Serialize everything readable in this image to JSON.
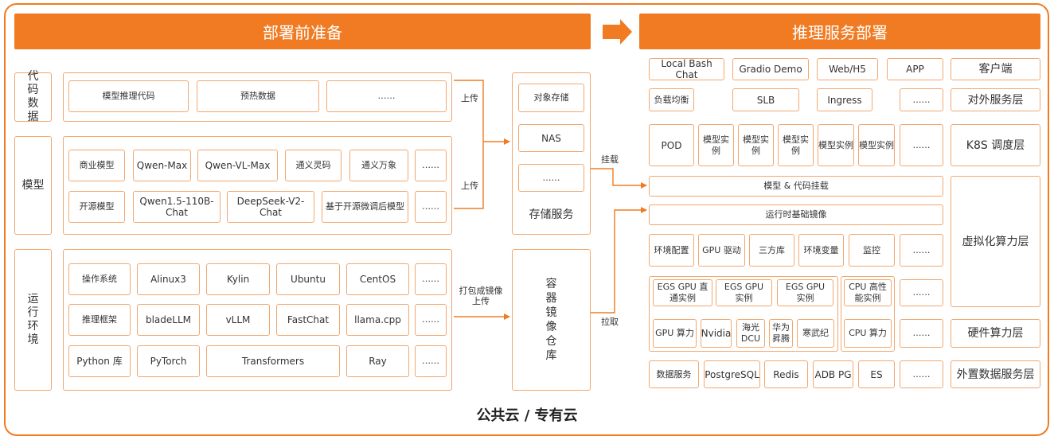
{
  "headers": {
    "left": "部署前准备",
    "right": "推理服务部署"
  },
  "footer": "公共云 / 专有云",
  "left": {
    "code": {
      "label": "代码数据",
      "items": [
        "模型推理代码",
        "预热数据",
        "……"
      ]
    },
    "model": {
      "label": "模型",
      "row1": [
        "商业模型",
        "Qwen-Max",
        "Qwen-VL-Max",
        "通义灵码",
        "通义万象",
        "……"
      ],
      "row2": [
        "开源模型",
        "Qwen1.5-110B-Chat",
        "DeepSeek-V2-Chat",
        "基于开源微调后模型",
        "……"
      ]
    },
    "runtime": {
      "label": "运行环境",
      "row1": [
        "操作系统",
        "Alinux3",
        "Kylin",
        "Ubuntu",
        "CentOS",
        "……"
      ],
      "row2": [
        "推理框架",
        "bladeLLM",
        "vLLM",
        "FastChat",
        "llama.cpp",
        "……"
      ],
      "row3": [
        "Python 库",
        "PyTorch",
        "Transformers",
        "Ray",
        "……"
      ]
    }
  },
  "edges": {
    "upload1": "上传",
    "upload2": "上传",
    "pack": "打包成镜像上传",
    "mount": "挂载",
    "pull": "拉取"
  },
  "storage": {
    "items": [
      "对象存储",
      "NAS",
      "……"
    ],
    "label": "存储服务"
  },
  "registry": {
    "label": "容器镜像仓库"
  },
  "right": {
    "client": [
      "Local Bash Chat",
      "Gradio Demo",
      "Web/H5",
      "APP"
    ],
    "service": [
      "负载均衡",
      "SLB",
      "Ingress",
      "……"
    ],
    "k8s": [
      "POD",
      "模型实例",
      "模型实例",
      "模型实例",
      "模型实例",
      "模型实例",
      "……"
    ],
    "mount_bar": "模型 & 代码挂载",
    "image_bar": "运行时基础镜像",
    "env": [
      "环境配置",
      "GPU 驱动",
      "三方库",
      "环境变量",
      "监控",
      "……"
    ],
    "compute_top": [
      "EGS GPU 直通实例",
      "EGS GPU 实例",
      "EGS GPU 实例",
      "CPU 高性能实例",
      "……"
    ],
    "compute_bottom": [
      "GPU 算力",
      "Nvidia",
      "海光DCU",
      "华为昇腾",
      "寒武纪",
      "CPU 算力",
      "……"
    ],
    "data": [
      "数据服务",
      "PostgreSQL",
      "Redis",
      "ADB PG",
      "ES",
      "……"
    ]
  },
  "layers": [
    "客户端",
    "对外服务层",
    "K8S 调度层",
    "虚拟化算力层",
    "硬件算力层",
    "外置数据服务层"
  ]
}
